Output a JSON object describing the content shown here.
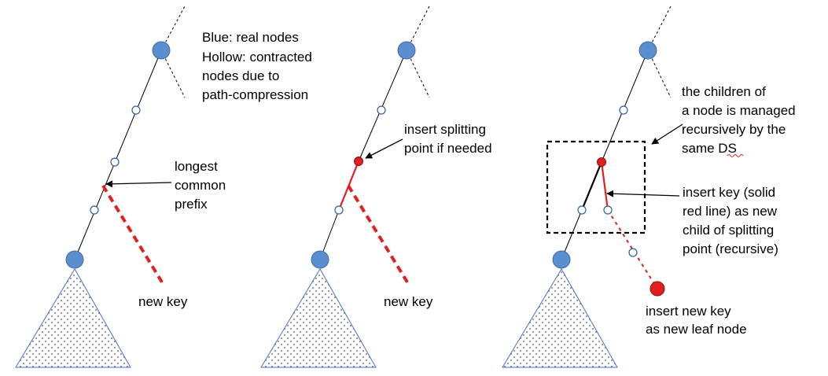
{
  "colors": {
    "real_node_fill": "#5b8ecf",
    "real_node_stroke": "#3e6ea8",
    "hollow_node_stroke": "#2f5fa0",
    "edge": "#000000",
    "highlight": "#e02020",
    "triangle_stroke": "#4472c4",
    "dots": "#555555",
    "spell_underline": "#e02020"
  },
  "panel1": {
    "legend": [
      "Blue: real nodes",
      "Hollow: contracted",
      "nodes due to",
      "path-compression"
    ],
    "annotation": [
      "longest",
      "common",
      "prefix"
    ],
    "new_key": "new key"
  },
  "panel2": {
    "annotation": [
      "insert splitting",
      "point if needed"
    ],
    "new_key": "new key"
  },
  "panel3": {
    "children_note": [
      "the children of",
      "a node is managed",
      "recursively by the",
      "same DS"
    ],
    "insert_key_note": [
      "insert key (solid",
      "red line) as new",
      "child of splitting",
      "point (recursive)"
    ],
    "leaf_note": [
      "insert new key",
      "as new leaf node"
    ]
  }
}
